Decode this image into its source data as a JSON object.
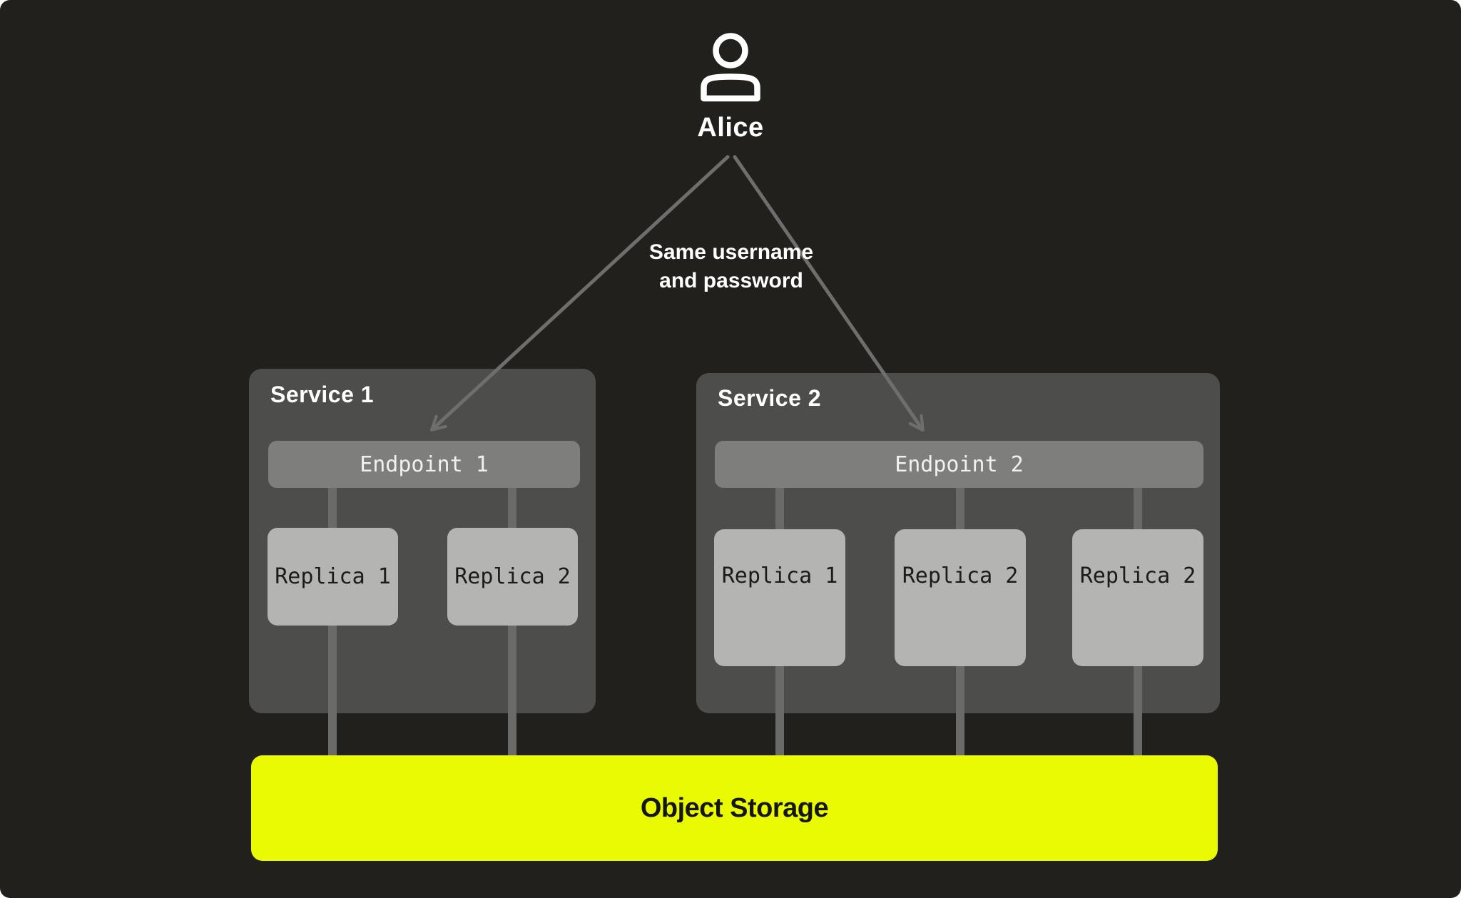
{
  "user": {
    "name": "Alice",
    "icon": "person-icon"
  },
  "annotation": {
    "line1": "Same username",
    "line2": "and password"
  },
  "services": [
    {
      "title": "Service 1",
      "endpoint": "Endpoint 1",
      "replicas": [
        "Replica 1",
        "Replica 2"
      ]
    },
    {
      "title": "Service 2",
      "endpoint": "Endpoint 2",
      "replicas": [
        "Replica 1",
        "Replica 2",
        "Replica 2"
      ]
    }
  ],
  "storage": {
    "label": "Object Storage"
  },
  "colors": {
    "background": "#21201c",
    "panel": "#4d4d4b",
    "endpoint_bar": "#7e7e7c",
    "replica_box": "#b4b4b2",
    "connector": "#6a6a68",
    "arrow": "#6e6e6c",
    "storage_yellow": "#EAFA00",
    "text_light": "#ffffff",
    "text_dark": "#1b1b19"
  }
}
